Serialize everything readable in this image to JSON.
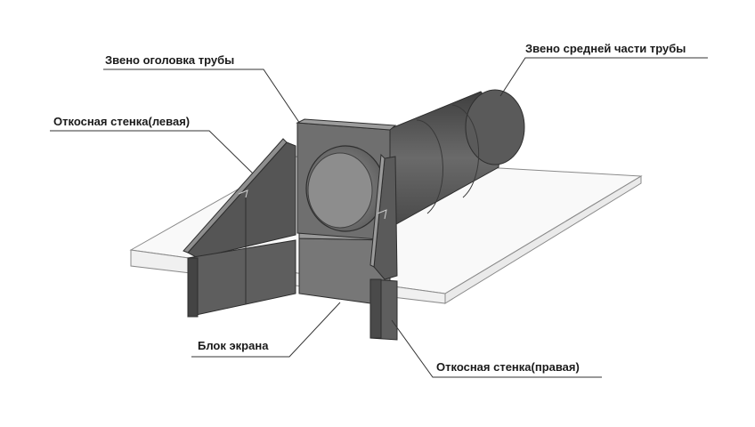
{
  "labels": {
    "head_link": "Звено оголовка трубы",
    "middle_link": "Звено средней части трубы",
    "slope_wall_left": "Откосная стенка(левая)",
    "screen_block": "Блок экрана",
    "slope_wall_right": "Откосная стенка(правая)"
  },
  "colors": {
    "concrete_dark": "#4a4a4a",
    "concrete_mid": "#6b6b6b",
    "concrete_light": "#8c8c8c",
    "slab_fill": "#f2f2f2",
    "leader_line": "#333333"
  }
}
